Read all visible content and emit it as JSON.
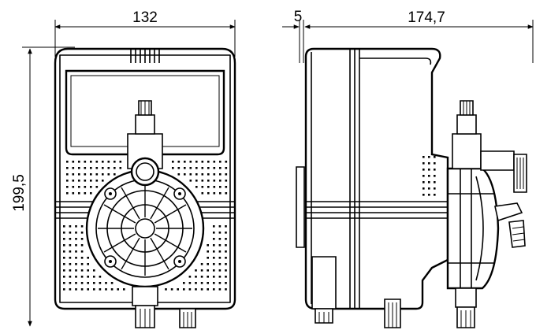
{
  "dimensions": {
    "width": "132",
    "height": "199,5",
    "offset": "5",
    "depth": "174,7"
  }
}
